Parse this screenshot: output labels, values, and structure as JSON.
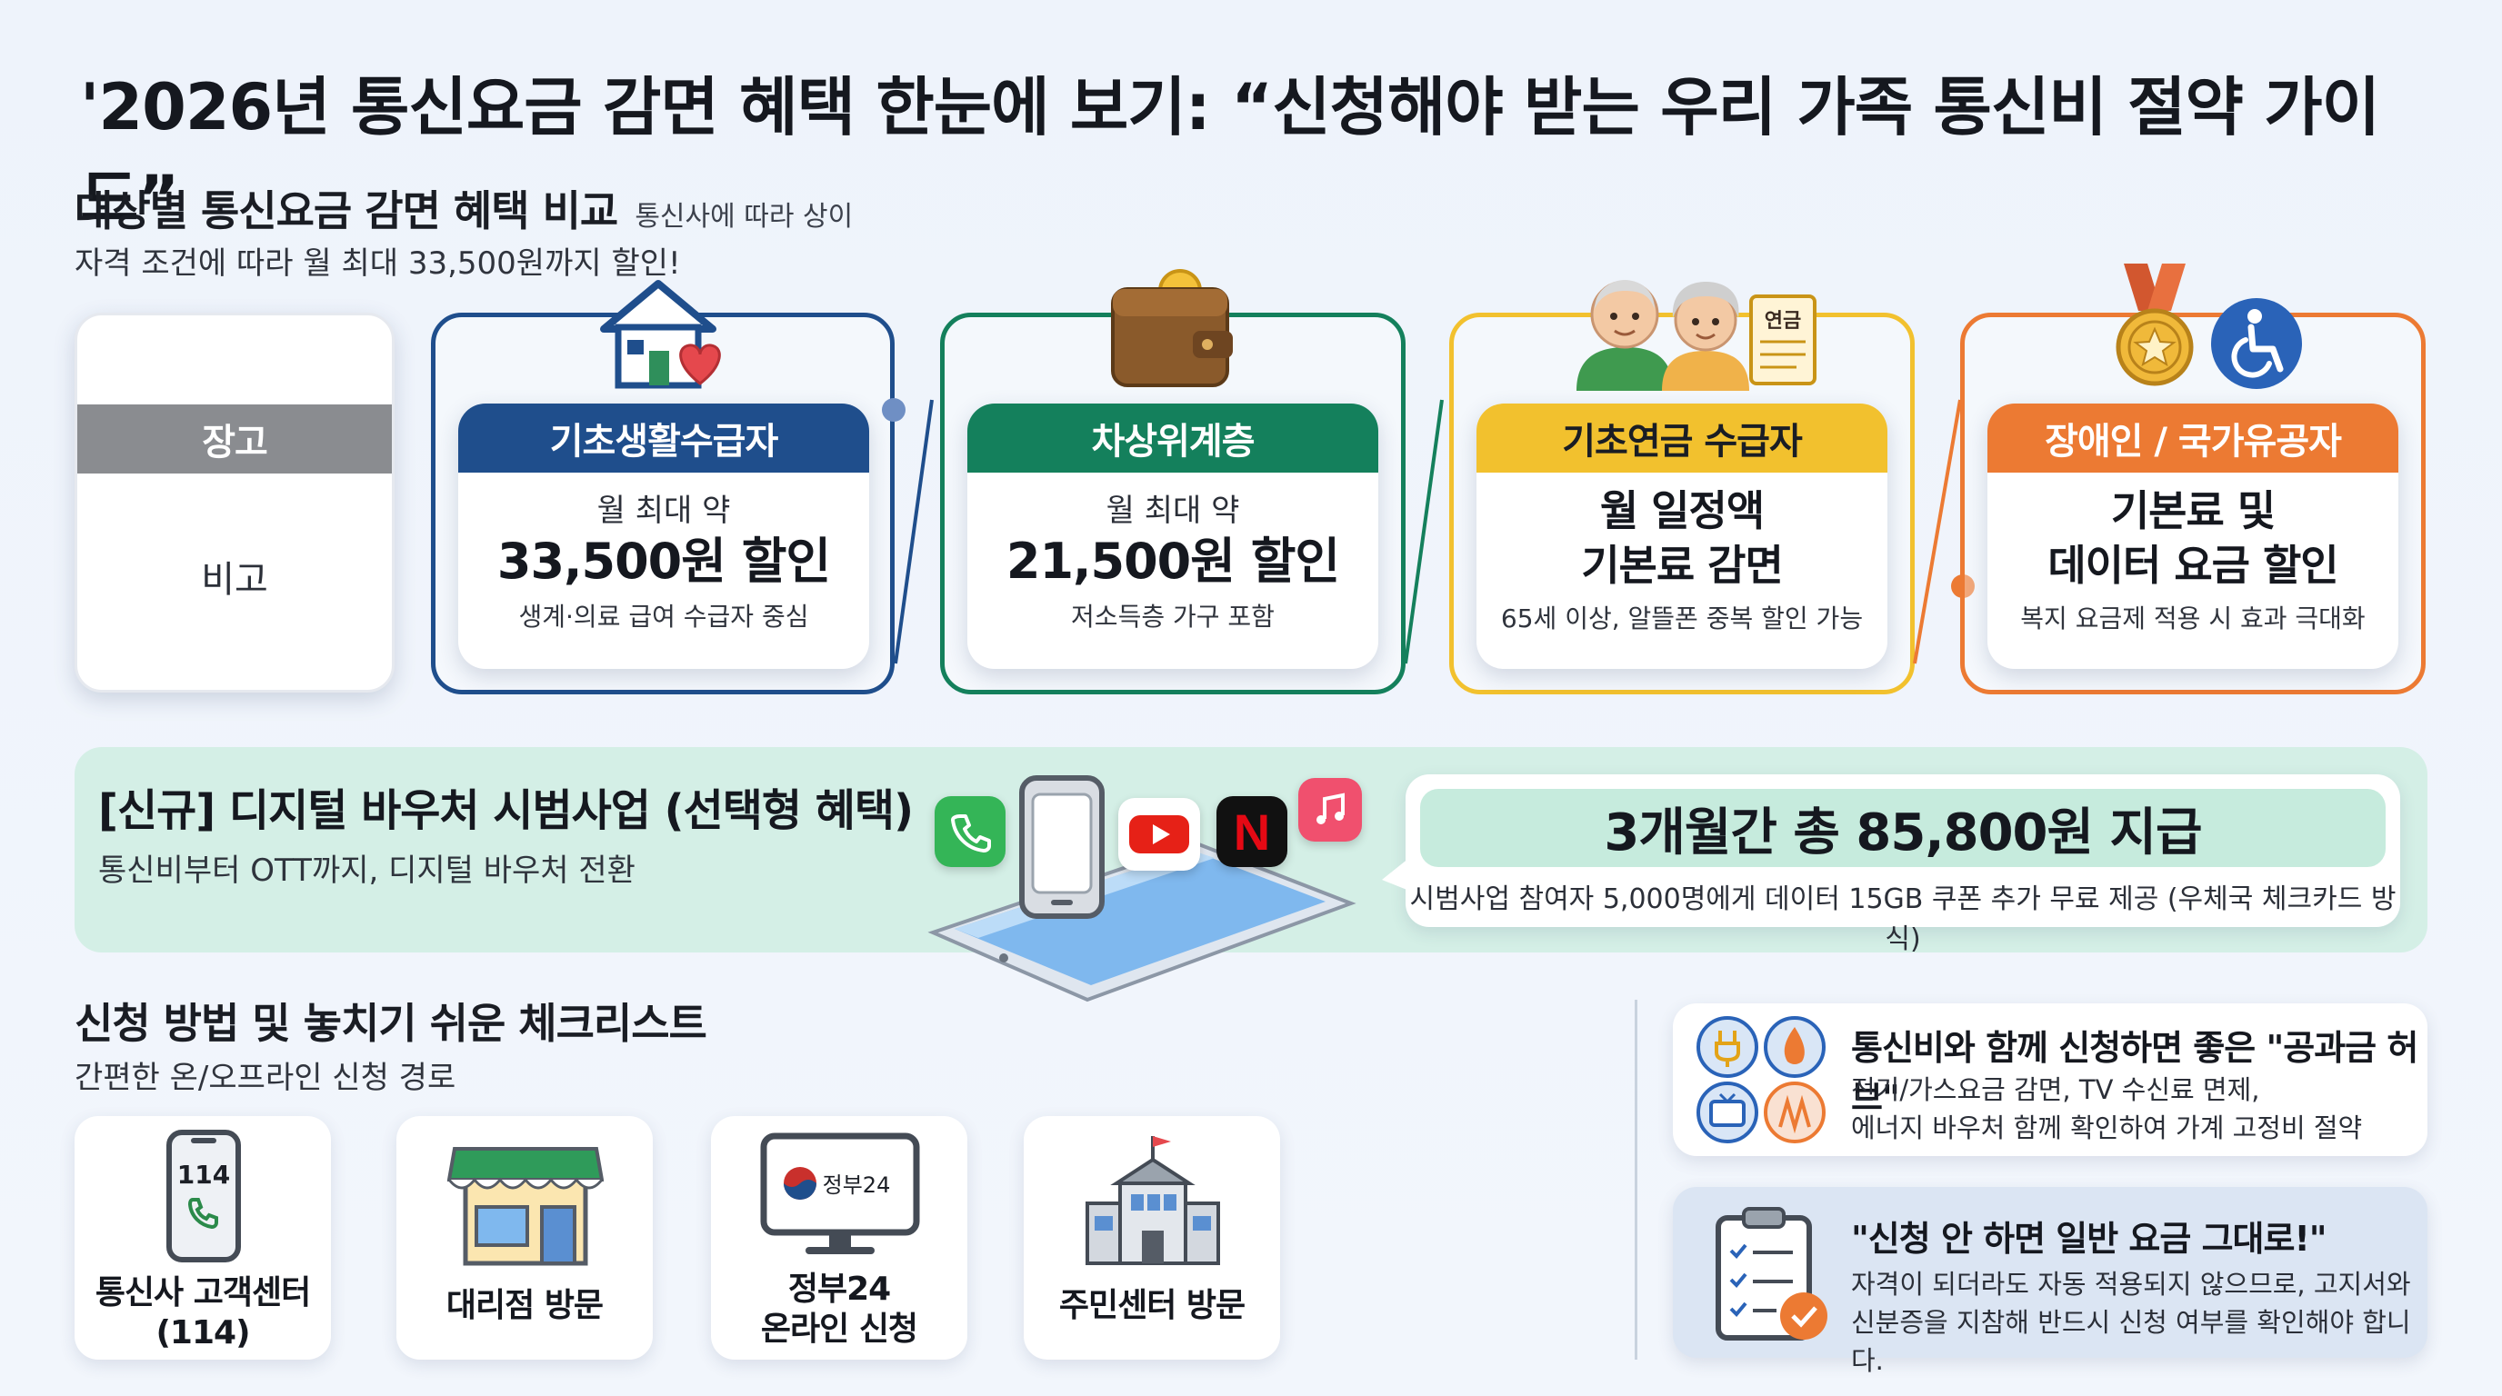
{
  "title": "'2026년 통신요금 감면 혜택 한눈에 보기: “신청해야 받는 우리 가족 통신비 절약 가이드”",
  "comparison": {
    "heading": "대상별 통신요금 감면 혜택 비교",
    "heading_note": "통신사에 따라 상이",
    "subtitle": "자격 조건에 따라 월 최대 33,500원까지 할인!",
    "legend": {
      "head": "장고",
      "body": "비고"
    },
    "cards": [
      {
        "title": "기초생활수급자",
        "line1": "월 최대 약",
        "line2": "33,500원 할인",
        "note": "생계·의료 급여 수급자 중심",
        "color": "#1f4e8c"
      },
      {
        "title": "차상위계층",
        "line1": "월 최대 약",
        "line2": "21,500원 할인",
        "note": "저소득층 가구 포함",
        "color": "#14805c"
      },
      {
        "title": "기초연금 수급자",
        "line1": "월 일정액",
        "line2": "기본료 감면",
        "note": "65세 이상, 알뜰폰 중복 할인 가능",
        "color": "#f2c12e",
        "scroll_label": "연금"
      },
      {
        "title": "장애인 / 국가유공자",
        "line1": "기본료 및",
        "line2": "데이터 요금 할인",
        "note": "복지 요금제 적용 시 효과 극대화",
        "color": "#ec7a33"
      }
    ]
  },
  "voucher": {
    "title": "[신규] 디지털 바우처 시범사업 (선택형 혜택)",
    "subtitle": "통신비부터 OTT까지, 디지털 바우처 전환",
    "amount": "3개월간 총 85,800원 지급",
    "note": "시범사업 참여자 5,000명에게 데이터 15GB 쿠폰 추가 무료 제공 (우체국 체크카드 방식)",
    "app_icons": [
      "phone-call-icon",
      "youtube-icon",
      "netflix-icon",
      "music-icon"
    ],
    "netflix_letter": "N"
  },
  "checklist": {
    "heading": "신청 방법 및 놓치기 쉬운 체크리스트",
    "subtitle": "간편한 온/오프라인 신청 경로",
    "channels": [
      {
        "label1": "통신사 고객센터",
        "label2": "(114)",
        "icon": "phone-114-icon",
        "icon_text": "114"
      },
      {
        "label1": "대리점 방문",
        "label2": "",
        "icon": "store-icon"
      },
      {
        "label1": "정부24",
        "label2": "온라인 신청",
        "icon": "monitor-gov24-icon",
        "icon_text": "정부24"
      },
      {
        "label1": "주민센터 방문",
        "label2": "",
        "icon": "community-center-icon"
      }
    ]
  },
  "hub": {
    "title": "통신비와 함께 신청하면 좋은 \"공과금 허브\"",
    "text1": "전기/가스요금 감면, TV 수신료 면제,",
    "text2": "에너지 바우처 함께 확인하여 가계 고정비 절약"
  },
  "warning": {
    "title": "\"신청 안 하면 일반 요금 그대로!\"",
    "text1": "자격이 되더라도 자동 적용되지 않으므로, 고지서와",
    "text2": "신분증을 지참해 반드시 신청 여부를 확인해야 합니다."
  }
}
